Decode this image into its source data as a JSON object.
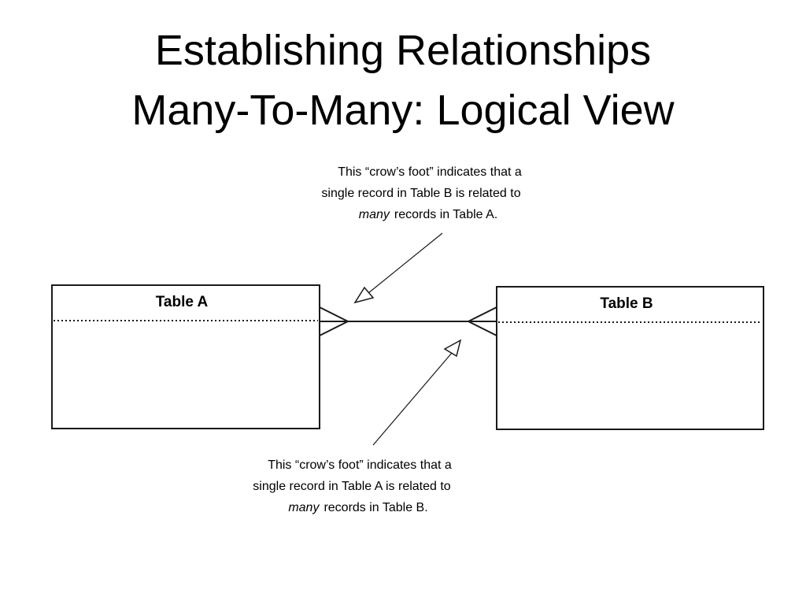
{
  "slide": {
    "title_line1": "Establishing Relationships",
    "title_line2": "Many-To-Many: Logical View"
  },
  "diagram": {
    "table_a": {
      "name": "Table A"
    },
    "table_b": {
      "name": "Table B"
    },
    "annotation_top": {
      "line1": "This “crow’s foot” indicates that a",
      "line2": "single record in Table B is related to",
      "line3_emphasis": "many",
      "line3_rest": "records in Table A."
    },
    "annotation_bottom": {
      "line1": "This “crow’s foot” indicates that a",
      "line2": "single record in Table A is related to",
      "line3_emphasis": "many",
      "line3_rest": "records in Table B."
    }
  },
  "colors": {
    "ink": "#1a1a1a",
    "background": "#ffffff"
  }
}
